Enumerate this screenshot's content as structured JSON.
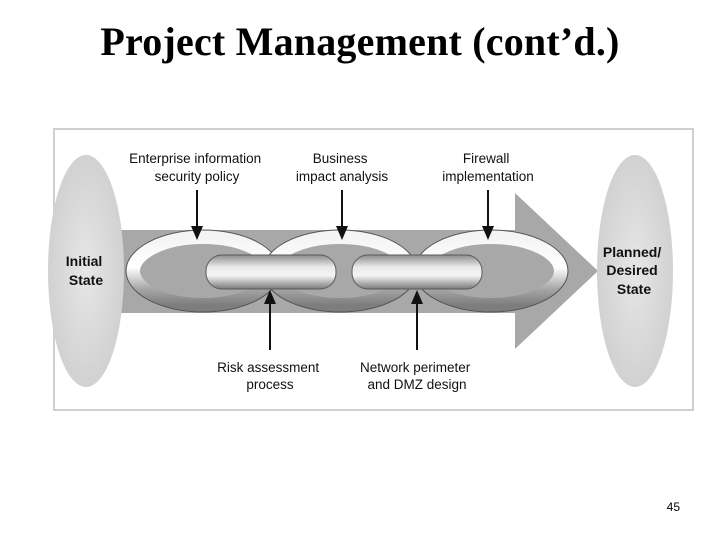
{
  "slide": {
    "title": "Project Management (cont’d.)",
    "page_number": "45"
  },
  "diagram": {
    "start_state": [
      "Initial",
      "State"
    ],
    "end_state": [
      "Planned/",
      "Desired",
      "State"
    ],
    "top_labels": [
      [
        "Enterprise information",
        "security policy"
      ],
      [
        "Business",
        "impact analysis"
      ],
      [
        "Firewall",
        "implementation"
      ]
    ],
    "bottom_labels": [
      [
        "Risk assessment",
        "process"
      ],
      [
        "Network perimeter",
        "and DMZ design"
      ]
    ]
  }
}
